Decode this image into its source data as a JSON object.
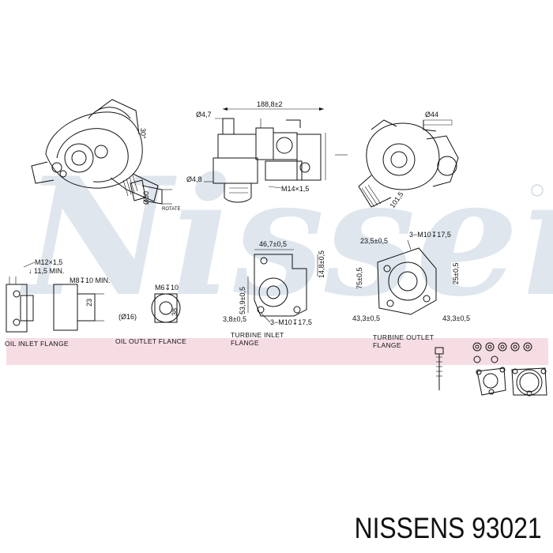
{
  "brand_watermark": "Nissens",
  "part_title": "NISSENS 93021",
  "labels": {
    "oil_inlet_flange": "OIL INLET FLANGE",
    "oil_outlet_flange": "OIL OUTLET FLANCE",
    "turbine_inlet_flange_1": "TURBINE INLET",
    "turbine_inlet_flange_2": "FLANGE",
    "turbine_outlet_flange_1": "TURBINE OUTLET",
    "turbine_outlet_flange_2": "FLANGE"
  },
  "dimensions": {
    "d_top_left_a": "30°",
    "d_top_left_50": "Ø50",
    "d_top_left_note": "ROTATE",
    "d_top_mid_47": "Ø4,7",
    "d_top_mid_1888": "188,8±2",
    "d_top_mid_48": "Ø4,8",
    "d_top_mid_m14": "M14×1,5",
    "d_top_right_44": "Ø44",
    "d_top_right_101": "101,5",
    "d_m12": "M12×1,5",
    "d_115": "↓ 11,5 MIN.",
    "d_m8": "M8↧10 MIN.",
    "d_23": "23",
    "d_m6": "M6↧10",
    "d_16": "(Ø16)",
    "d_38": "38",
    "d_467": "46,7±0,5",
    "d_148": "14,8±0,5",
    "d_539": "53,9±0,5",
    "d_38b": "3,8±0,5",
    "d_m10a": "3−M10↧17,5",
    "d_235": "23,5±0,5",
    "d_m10b": "3−M10↧17,5",
    "d_75": "75±0,5",
    "d_25": "25±0,5",
    "d_433a": "43,3±0,5",
    "d_433b": "43,3±0,5"
  },
  "colors": {
    "band": "#f6dde4",
    "watermark": "#dfe6ee",
    "ink": "#111111"
  }
}
